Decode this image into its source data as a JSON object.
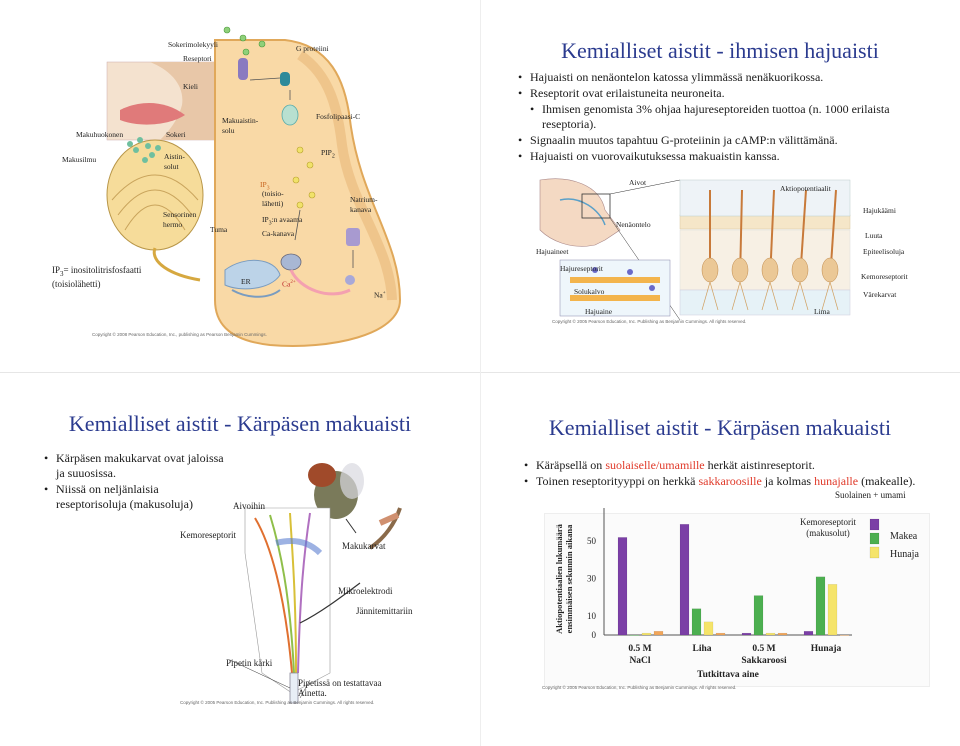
{
  "slide1": {
    "labels": {
      "sugar_molecule": "Sokerimolekyyli",
      "receptor": "Reseptori",
      "tongue": "Kieli",
      "taste_bud": "Makuhuokonen",
      "sugar": "Sokeri",
      "taste_pore": "Makusilmu",
      "sensory_cells": "Aistin-\nsolut",
      "sensory_nerve": "Sensorinen\nhermo",
      "nucleus": "Tuma",
      "taste_cell": "Makuaistin-\nsolu",
      "g_protein": "G proteiini",
      "phospholipase": "Fosfolipaasi-C",
      "pip2": "PIP",
      "pip2_sub": "2",
      "ip3": "IP",
      "ip3_sub": "3",
      "ip3_desc": "(toisio-\nlähetti)",
      "ip3_opens": "IP",
      "ip3_opens_rest": ":n avaama\nCa-kanava",
      "sodium_channel": "Natrium-\nkanava",
      "ip3_def_prefix": "IP",
      "ip3_def_rest": "= inositolitrisfosfaatti\n(toisiolähetti)",
      "er": "ER",
      "ca": "Ca",
      "ca_sup": "2+",
      "na": "Na",
      "na_sup": "+"
    },
    "copyright": "Copyright © 2008 Pearson Education, Inc., publishing as Pearson Benjamin Cummings."
  },
  "slide2": {
    "title": "Kemialliset aistit - ihmisen hajuaisti",
    "bullets": [
      {
        "text": "Hajuaisti on nenäontelon katossa ylimmässä nenäkuorikossa.",
        "sub": false
      },
      {
        "text": "Reseptorit ovat erilaistuneita neuroneita.",
        "sub": false
      },
      {
        "text": "Ihmisen genomista 3% ohjaa hajureseptoreiden tuottoa (n. 1000 erilaista reseptoria).",
        "sub": true
      },
      {
        "text": "Signaalin muutos tapahtuu G-proteiinin ja cAMP:n välittämänä.",
        "sub": false
      },
      {
        "text": "Hajuaisti on vuorovaikutuksessa makuaistin kanssa.",
        "sub": false
      }
    ],
    "labels": {
      "brain": "Aivot",
      "action_potentials": "Aktiopotentiaalit",
      "olfactory_bulb": "Hajukäämi",
      "nasal_cavity": "Nenäontelo",
      "bone": "Luuta",
      "odorants_top": "Hajuaineet",
      "epithelial_cell": "Epiteelisoluja",
      "odor_receptors": "Hajureseptorit",
      "chemoreceptor": "Kemoreseptorit",
      "plasma_membrane": "Solukalvo",
      "cilia": "Värekarvat",
      "odorant": "Hajuaine",
      "mucus": "Lima"
    },
    "copyright": "Copyright © 2005 Pearson Education, Inc. Publishing as Benjamin Cummings. All rights reserved."
  },
  "slide3": {
    "title": "Kemialliset aistit - Kärpäsen makuaisti",
    "bullets": [
      {
        "text": "Kärpäsen makukarvat ovat jaloissa ja suuosissa.",
        "sub": false
      },
      {
        "text": "Niissä on neljänlaisia reseptorisoluja (makusoluja)",
        "sub": false
      }
    ],
    "labels": {
      "to_brain": "Aivoihin",
      "chemoreceptor": "Kemoreseptorit",
      "taste_hair": "Makukarvat",
      "microelectrode": "Mikroelektrodi",
      "voltmeter": "Jännitemittariin",
      "pipette_tip": "Pipetin kärki",
      "pipette_content": "Pipetissä on testattavaa\nAinetta."
    },
    "copyright": "Copyright © 2005 Pearson Education, Inc. Publishing as Benjamin Cummings. All rights reserved."
  },
  "slide4": {
    "title": "Kemialliset aistit - Kärpäsen makuaisti",
    "bullet1_pre": "Käräpsellä on ",
    "bullet1_hl": "suolaiselle/umamille",
    "bullet1_post": " herkät aistinreseptorit.",
    "bullet2_pre": "Toinen reseptorityyppi on herkkä ",
    "bullet2_hl1": "sakkaroosille",
    "bullet2_mid": " ja kolmas ",
    "bullet2_hl2": "hunajalle",
    "bullet2_post": " (makealle).",
    "copyright": "Copyright © 2005 Pearson Education, Inc. Publishing as Benjamin Cummings. All rights reserved."
  },
  "chart_data": {
    "type": "bar",
    "categories": [
      "0.5 M\nNaCl",
      "Liha",
      "0.5 M\nSakkaroosi",
      "Hunaja"
    ],
    "series": [
      {
        "name": "Suolainen + umami",
        "color": "#7b3fa6",
        "values": [
          52,
          59,
          1,
          2
        ]
      },
      {
        "name": "",
        "color": "#4caf50",
        "values": [
          0,
          14,
          21,
          31
        ]
      },
      {
        "name": "",
        "color": "#f5e46a",
        "values": [
          1,
          7,
          1,
          27
        ]
      },
      {
        "name": "",
        "color": "#f2a65a",
        "values": [
          2,
          1,
          1,
          0
        ]
      }
    ],
    "legend_title": "Kemoreseptorit\n(makusolut)",
    "legend_items": [
      "Suolainen + umami",
      "Makea",
      "Hunaja"
    ],
    "xlabel": "Tutkittava aine",
    "ylabel": "Aktiopotentiaalien lukumäärä\nensimmäisen sekunnin aikana",
    "yticks": [
      "0",
      "10",
      "30",
      "50"
    ],
    "ylim": [
      0,
      65
    ],
    "grid": false,
    "legend": "top-right"
  }
}
